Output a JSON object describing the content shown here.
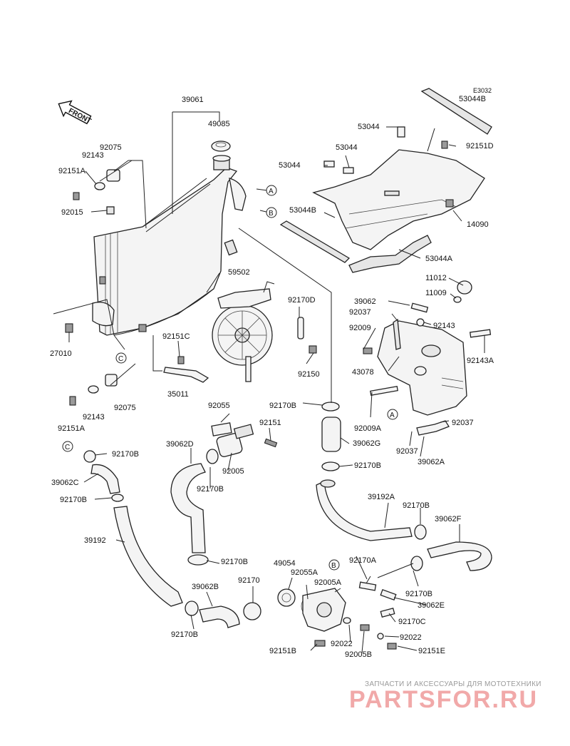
{
  "diagram_code": "E3032",
  "direction_label": "FRONT",
  "callout_letters": [
    "A",
    "B",
    "C"
  ],
  "parts": {
    "p39061": "39061",
    "p49085": "49085",
    "p92075_top": "92075",
    "p92143_top": "92143",
    "p92151A_top": "92151A",
    "p92015": "92015",
    "p27010": "27010",
    "p59502": "59502",
    "p92170D": "92170D",
    "p92151C": "92151C",
    "p35011": "35011",
    "p92150": "92150",
    "p92075_bot": "92075",
    "p92143_bot": "92143",
    "p92151A_bot": "92151A",
    "p53044B_top": "53044B",
    "p53044_a": "53044",
    "p53044_b": "53044",
    "p53044_c": "53044",
    "p92151D": "92151D",
    "p53044B_mid": "53044B",
    "p14090": "14090",
    "p53044A": "53044A",
    "p11012": "11012",
    "p11009": "11009",
    "p39062": "39062",
    "p92037_top": "92037",
    "p92009": "92009",
    "p92143_right": "92143",
    "p43078": "43078",
    "p92143A": "92143A",
    "p92170B_a": "92170B",
    "p92009A": "92009A",
    "p39062G": "39062G",
    "p92037_mid": "92037",
    "p92037_low": "92037",
    "p39062A": "39062A",
    "p92170B_b": "92170B",
    "p92055": "92055",
    "p92151": "92151",
    "p39062D": "39062D",
    "p92005": "92005",
    "p92170B_c": "92170B",
    "p92170B_d": "92170B",
    "p39062C": "39062C",
    "p92170B_e": "92170B",
    "p39192": "39192",
    "p39192A": "39192A",
    "p92170B_f": "92170B",
    "p39062F": "39062F",
    "p92170B_g": "92170B",
    "p49054": "49054",
    "p92055A": "92055A",
    "p92005A": "92005A",
    "p92170A": "92170A",
    "p92170B_h": "92170B",
    "p39062E": "39062E",
    "p39062B": "39062B",
    "p92170": "92170",
    "p92170B_i": "92170B",
    "p92170C": "92170C",
    "p92022_a": "92022",
    "p92022_b": "92022",
    "p92151B": "92151B",
    "p92005B": "92005B",
    "p92151E": "92151E"
  },
  "watermark": {
    "tagline": "ЗАПЧАСТИ И АКСЕССУАРЫ ДЛЯ МОТОТЕХНИКИ",
    "brand": "PARTSFOR.RU"
  }
}
